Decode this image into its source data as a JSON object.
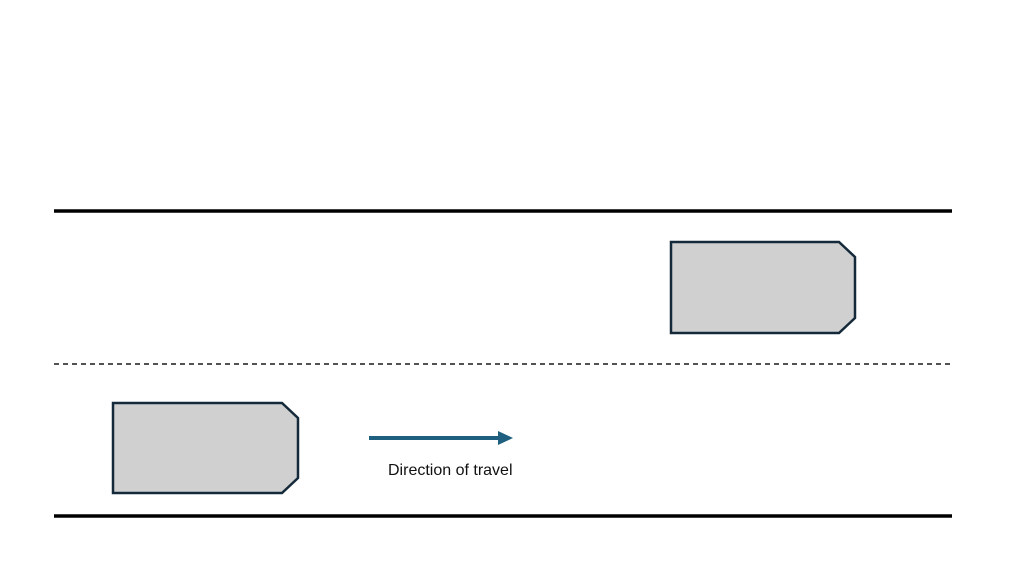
{
  "diagram": {
    "direction_label": "Direction of travel",
    "colors": {
      "background": "#ffffff",
      "road_edge": "#000000",
      "lane_divider": "#1a1a1a",
      "vehicle_fill": "#d0d0d0",
      "vehicle_outline": "#142a3a",
      "arrow": "#1f5f7f"
    },
    "vehicles": [
      {
        "name": "vehicle-upper-lane",
        "lane": "upper"
      },
      {
        "name": "vehicle-lower-lane",
        "lane": "lower"
      }
    ]
  }
}
